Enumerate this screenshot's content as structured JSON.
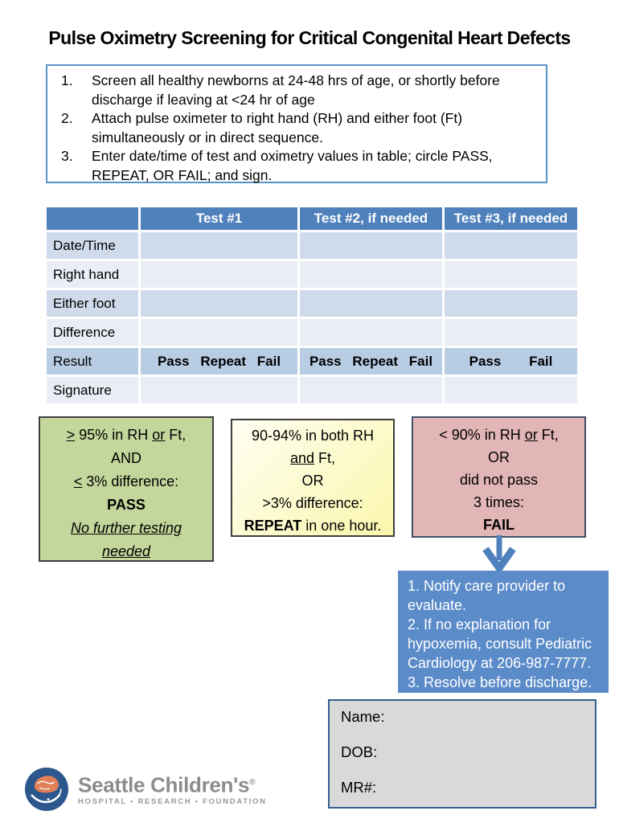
{
  "colors": {
    "header_blue": "#4F81BD",
    "row_light": "#E9EEF6",
    "row_medium": "#CFDBEB",
    "row_result": "#B8CCE4",
    "instr_border": "#5B92C9",
    "green_bg": "#C3D69B",
    "yellow_bg": "#FAF6AC",
    "red_bg": "#E2B6B6",
    "blue_box_bg": "#5B8BC8",
    "gray_bg": "#D9D9D9",
    "arrow_blue": "#4F81BD",
    "logo_blue": "#2B578D",
    "logo_orange": "#E07F58",
    "logo_text": "#8A8C8E"
  },
  "page": {
    "title": "Pulse Oximetry Screening for Critical Congenital Heart Defects"
  },
  "instructions": {
    "items": [
      "Screen all healthy newborns at 24-48 hrs of age, or shortly before discharge if leaving at <24 hr of age",
      "Attach pulse oximeter to right hand (RH) and either foot (Ft) simultaneously or in direct sequence.",
      "Enter date/time of test and oximetry values in table; circle PASS, REPEAT, OR FAIL; and sign."
    ]
  },
  "table": {
    "headers": [
      "",
      "Test #1",
      "Test #2, if needed",
      "Test #3, if needed"
    ],
    "rows": [
      {
        "label": "Date/Time",
        "cells": [
          "",
          "",
          ""
        ]
      },
      {
        "label": "Right hand",
        "cells": [
          "",
          "",
          ""
        ]
      },
      {
        "label": "Either foot",
        "cells": [
          "",
          "",
          ""
        ]
      },
      {
        "label": "Difference",
        "cells": [
          "",
          "",
          ""
        ]
      },
      {
        "label": "Result",
        "cells": [
          "Pass Repeat Fail",
          "Pass Repeat Fail",
          "Pass Fail"
        ]
      },
      {
        "label": "Signature",
        "cells": [
          "",
          "",
          ""
        ]
      }
    ]
  },
  "pass_box": {
    "lines": [
      [
        {
          "t": ">",
          "s": "u"
        },
        {
          "t": " 95% in RH "
        },
        {
          "t": "or",
          "s": "u"
        },
        {
          "t": " Ft,"
        }
      ],
      [
        {
          "t": "AND"
        }
      ],
      [
        {
          "t": "<",
          "s": "u"
        },
        {
          "t": " 3% difference:"
        }
      ],
      [
        {
          "t": "PASS",
          "s": "b"
        }
      ],
      [
        {
          "t": "No further testing",
          "s": "iu"
        }
      ],
      [
        {
          "t": "needed",
          "s": "iu"
        }
      ]
    ]
  },
  "repeat_box": {
    "lines": [
      [
        {
          "t": "90-94% in both RH"
        }
      ],
      [
        {
          "t": "and",
          "s": "u"
        },
        {
          "t": " Ft,"
        }
      ],
      [
        {
          "t": "OR"
        }
      ],
      [
        {
          "t": ">3% difference:"
        }
      ],
      [
        {
          "t": "REPEAT",
          "s": "b"
        },
        {
          "t": " in one hour."
        }
      ]
    ]
  },
  "fail_box": {
    "lines": [
      [
        {
          "t": "< 90% in RH "
        },
        {
          "t": "or",
          "s": "u"
        },
        {
          "t": " Ft,"
        }
      ],
      [
        {
          "t": "OR"
        }
      ],
      [
        {
          "t": "did not pass"
        }
      ],
      [
        {
          "t": "3 times:"
        }
      ],
      [
        {
          "t": "FAIL",
          "s": "b"
        }
      ]
    ]
  },
  "fail_actions": {
    "lines": [
      "1. Notify care provider to evaluate.",
      "2. If no explanation for hypoxemia, consult Pediatric Cardiology at 206-987-7777.",
      "3. Resolve before discharge."
    ]
  },
  "patient": {
    "fields": [
      "Name:",
      "DOB:",
      "MR#:"
    ]
  },
  "logo": {
    "name": "Seattle Children's",
    "registered": "®",
    "tagline": "HOSPITAL • RESEARCH • FOUNDATION"
  }
}
